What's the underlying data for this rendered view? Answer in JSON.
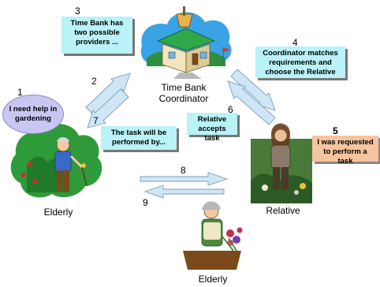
{
  "steps": {
    "s1": {
      "num": "1",
      "text": "I need help in gardening"
    },
    "s2": {
      "num": "2"
    },
    "s3": {
      "num": "3",
      "text": "Time Bank has two possible providers ..."
    },
    "s4": {
      "num": "4",
      "text": "Coordinator matches requirements and choose the Relative"
    },
    "s5": {
      "num": "5",
      "text": "I was requested to perform a task"
    },
    "s6": {
      "num": "6",
      "text": "Relative accepts task"
    },
    "s7": {
      "num": "7",
      "text": "The task will be performed by..."
    },
    "s8": {
      "num": "8"
    },
    "s9": {
      "num": "9"
    }
  },
  "actors": {
    "coordinator": "Time Bank\nCoordinator",
    "elderly_left": "Elderly",
    "relative": "Relative",
    "elderly_bottom": "Elderly"
  },
  "colors": {
    "note_cyan": "#b9f2f8",
    "note_orange": "#f7c49f",
    "bubble_purple": "#c9c6f2",
    "arrow_fill": "#cfe6f6",
    "arrow_stroke": "#7a9fb6"
  },
  "icons": [
    "time-bank-building-icon",
    "elderly-gardener-icon",
    "relative-gardener-icon",
    "elderly-florist-icon"
  ]
}
